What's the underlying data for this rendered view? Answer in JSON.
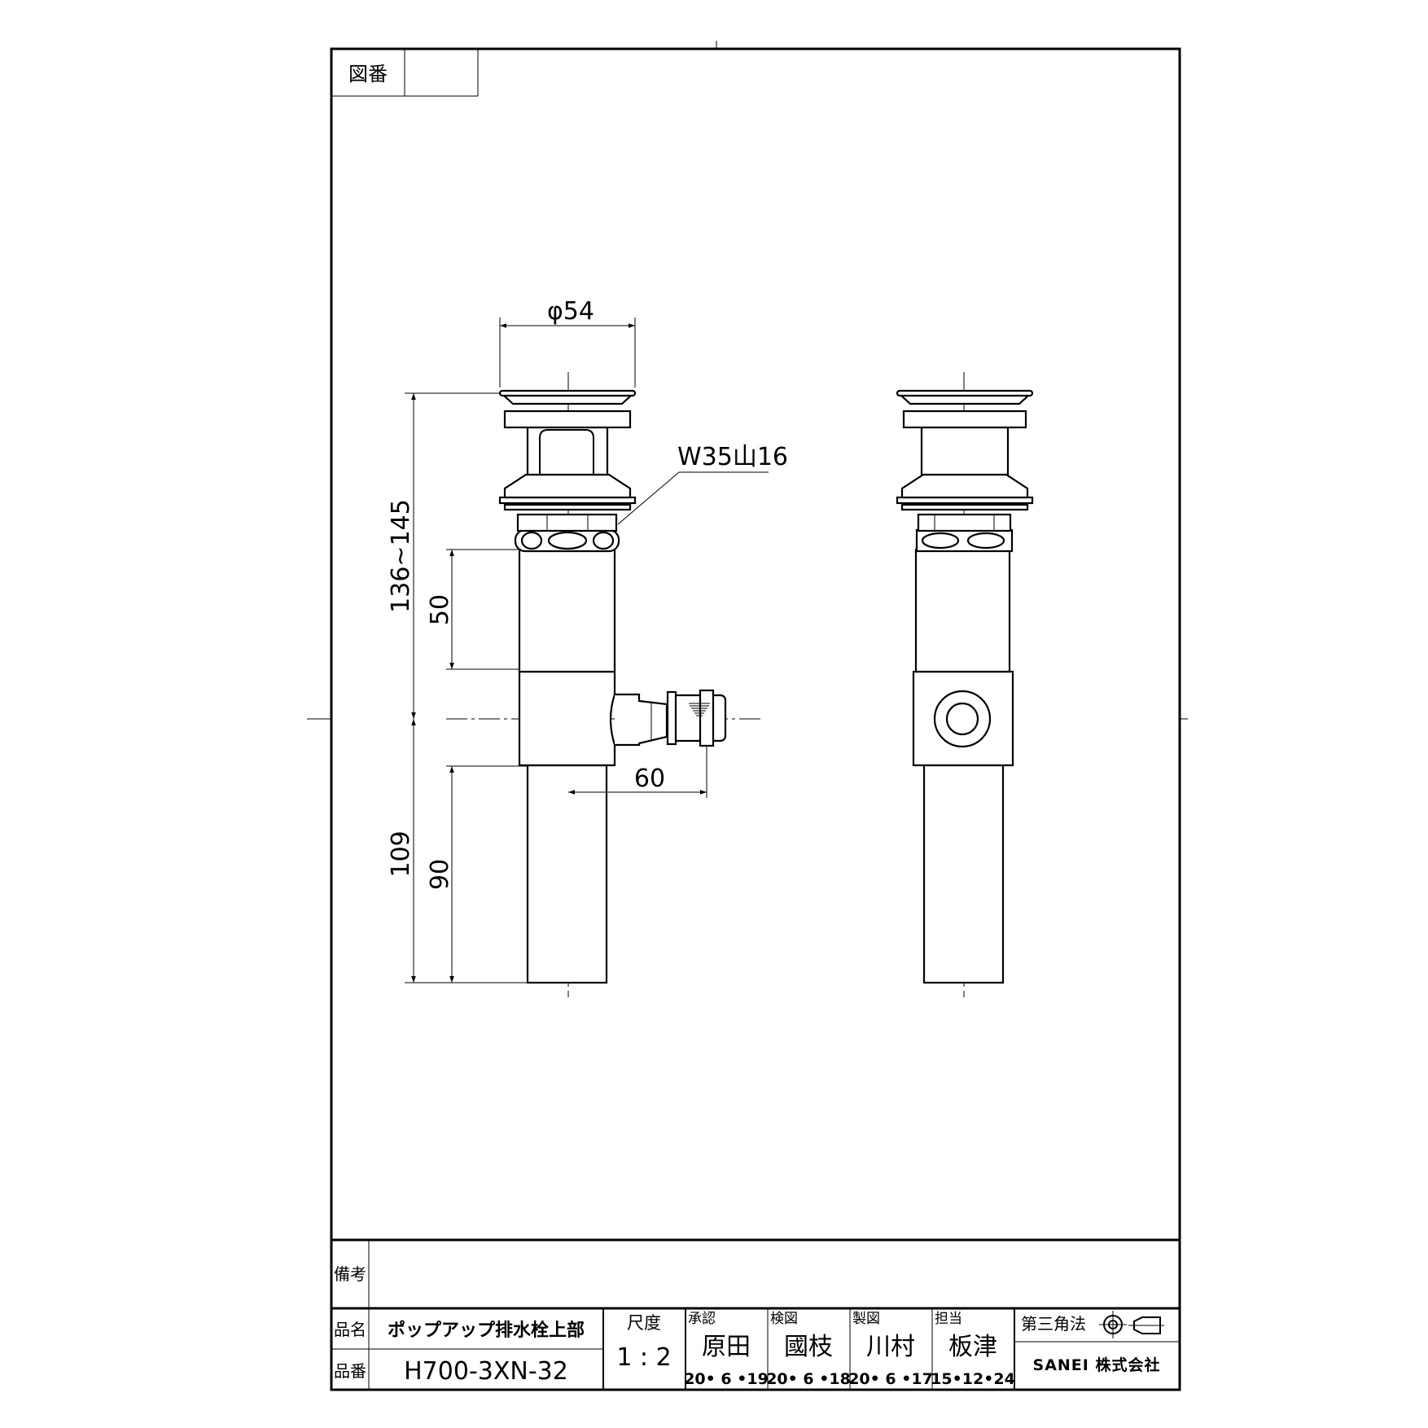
{
  "title_block": {
    "drawing_no_label": "図番",
    "drawing_no_value": "",
    "remarks_label": "備考",
    "remarks_value": "",
    "product_name_label": "品名",
    "product_name": "ポップアップ排水栓上部",
    "product_no_label": "品番",
    "product_no": "H700-3XN-32",
    "scale_label": "尺度",
    "scale_value": "1 : 2",
    "approval": {
      "label": "承認",
      "name": "原田",
      "date": "20• 6 •19"
    },
    "inspection": {
      "label": "検図",
      "name": "國枝",
      "date": "20• 6 •18"
    },
    "drafting": {
      "label": "製図",
      "name": "川村",
      "date": "20• 6 •17"
    },
    "charge": {
      "label": "担当",
      "name": "板津",
      "date": "15•12•24"
    },
    "projection": "第三角法",
    "company": "SANEI 株式会社"
  },
  "dimensions": {
    "diameter": "φ54",
    "thread": "W35山16",
    "upper_total": "136~145",
    "upper_partial": "50",
    "lower_total": "109",
    "lower_partial": "90",
    "side_offset": "60"
  }
}
